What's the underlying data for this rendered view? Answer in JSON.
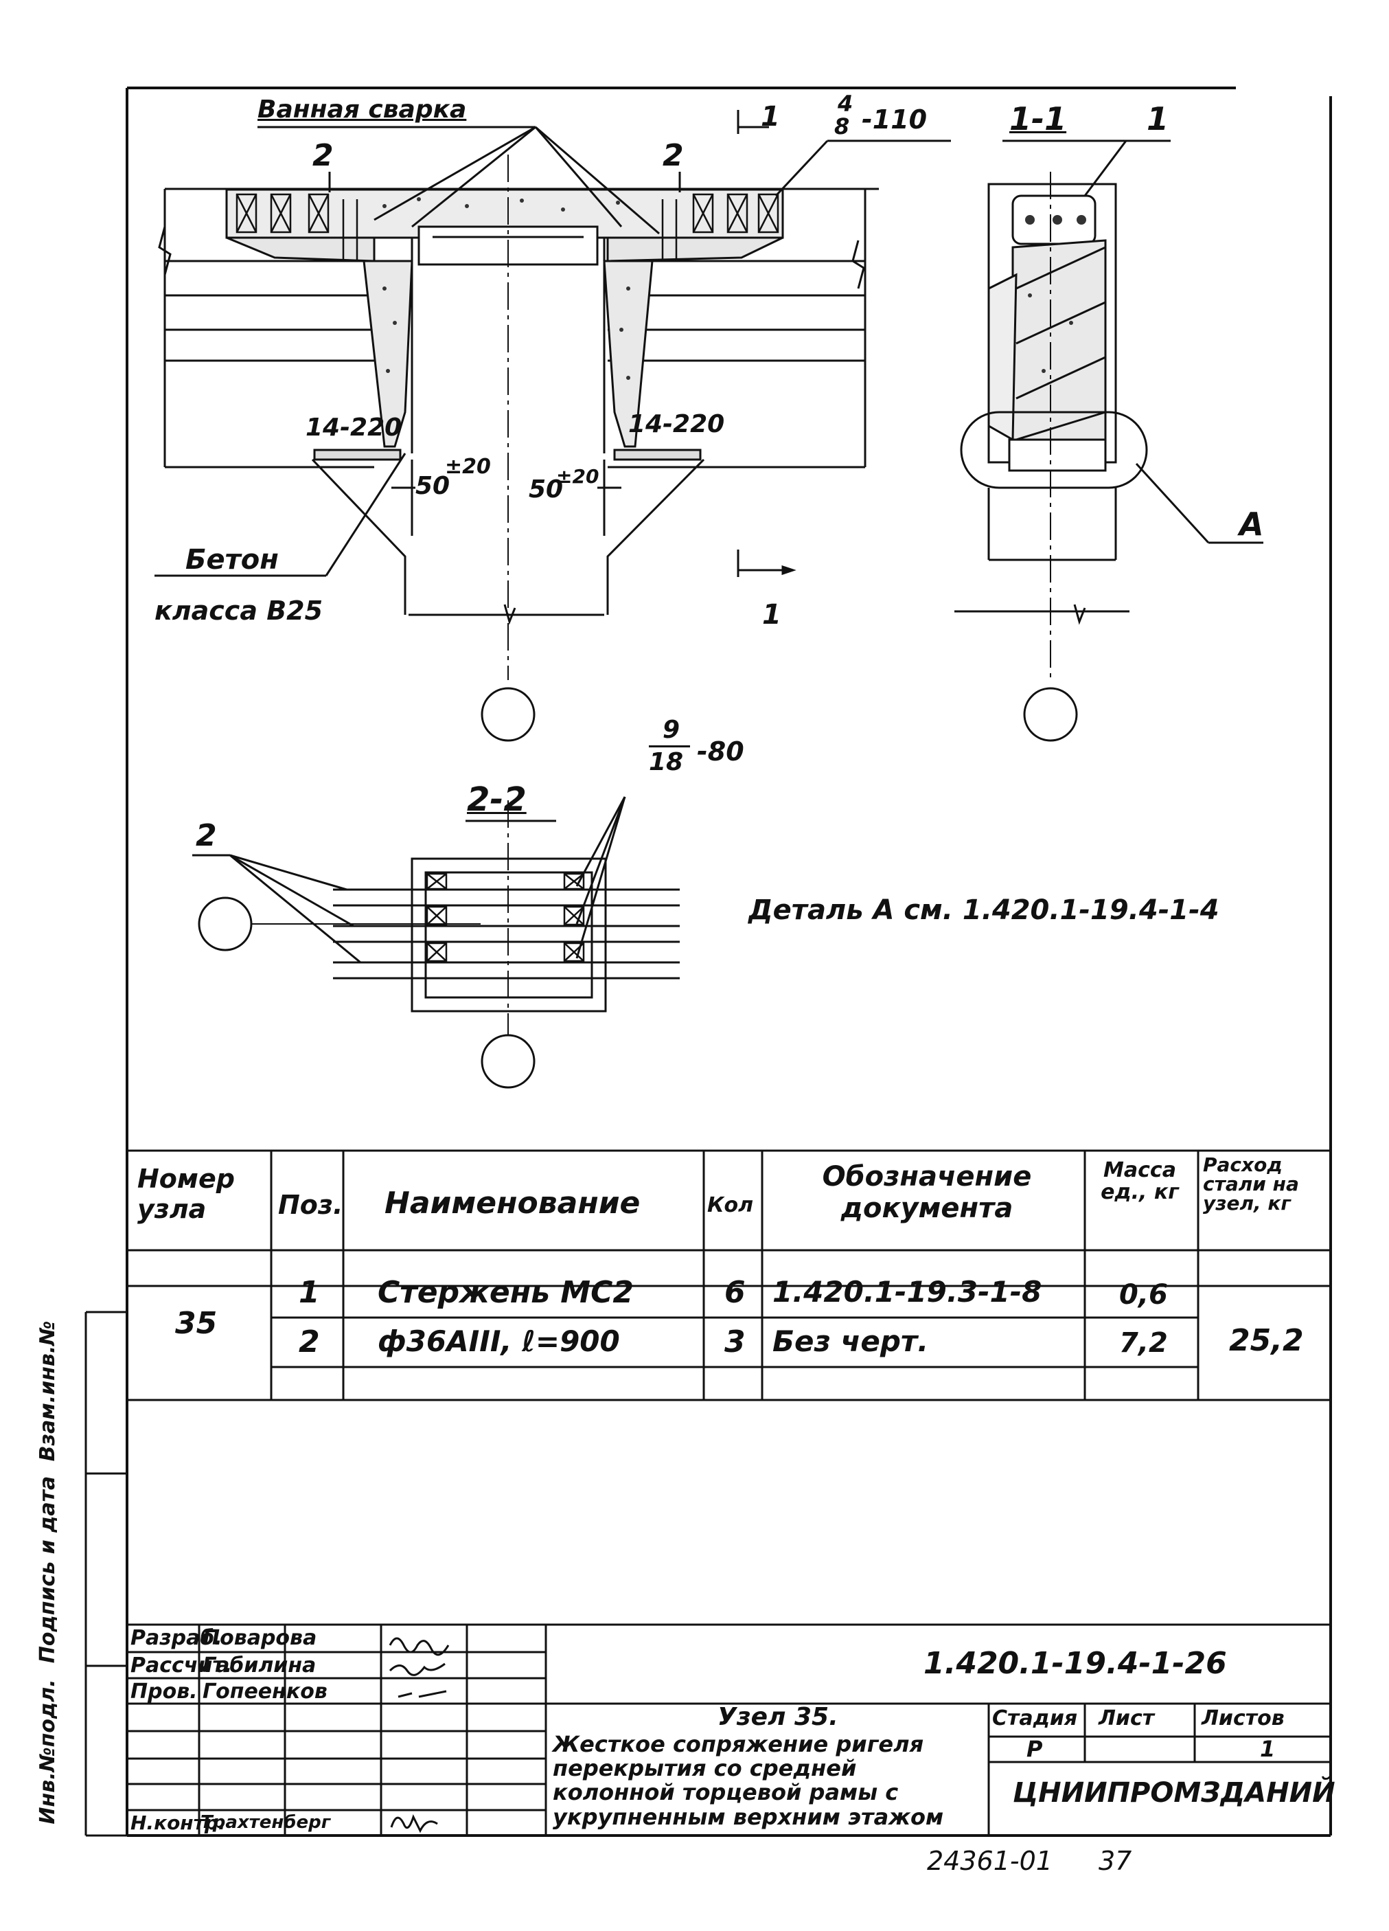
{
  "drawing": {
    "callouts": {
      "weld": "Ванная сварка",
      "mark_2": "2",
      "section_1": "1",
      "rebar_top_num": "4",
      "rebar_top_den": "8",
      "rebar_top_spacing": "-110",
      "plate_left": "14-220",
      "plate_right": "14-220",
      "gap_left_value": "50",
      "gap_left_tol": "±20",
      "gap_right_value": "50",
      "gap_right_tol": "±20",
      "concrete_line1": "Бетон",
      "concrete_line2": "класса В25",
      "section_label_11": "1-1",
      "pos_1": "1",
      "detail_A": "А",
      "section_label_22": "2-2",
      "pos_2": "2",
      "rebar_22_num": "9",
      "rebar_22_den": "18",
      "rebar_22_spacing": "-80",
      "detail_note": "Деталь А см. 1.420.1-19.4-1-4"
    }
  },
  "spec_table": {
    "headers": {
      "node": "Номер узла",
      "pos": "Поз.",
      "name": "Наименование",
      "qty": "Кол",
      "doc": "Обозначение документа",
      "mass": "Масса ед., кг",
      "steel": "Расход стали на узел, кг"
    },
    "node_number": "35",
    "steel_total": "25,2",
    "rows": [
      {
        "pos": "1",
        "name": "Стержень МС2",
        "qty": "6",
        "doc": "1.420.1-19.3-1-8",
        "mass": "0,6"
      },
      {
        "pos": "2",
        "name": "ф36АIII, ℓ=900",
        "qty": "3",
        "doc": "Без черт.",
        "mass": "7,2"
      }
    ]
  },
  "side_stamp": {
    "inv_podl": "Инв.№подл.",
    "podpis": "Подпись и дата",
    "vzam": "Взам.инв.№"
  },
  "title_block": {
    "roles": [
      "Разраб.",
      "Рассчит.",
      "Пров.",
      "Н.контр."
    ],
    "names": [
      "Поварова",
      "Габилина",
      "Гопеенков",
      "Трахтенберг"
    ],
    "designation": "1.420.1-19.4-1-26",
    "title_line1": "Узел 35.",
    "title_rest": "Жесткое сопряжение ригеля перекрытия со средней колонной торцевой рамы с укрупненным верхним этажом",
    "stage_label": "Стадия",
    "sheet_label": "Лист",
    "sheets_label": "Листов",
    "stage_value": "Р",
    "sheets_value": "1",
    "org": "ЦНИИПРОМЗДАНИЙ"
  },
  "footer": {
    "archive": "24361-01",
    "page": "37"
  }
}
